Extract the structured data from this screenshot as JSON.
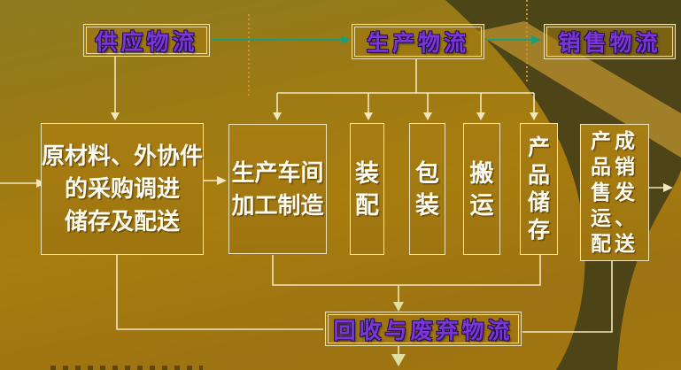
{
  "slide": {
    "phase_labels": {
      "supply": "供应物流",
      "production": "生产物流",
      "sales": "销售物流",
      "recycle": "回收与废弃物流"
    },
    "boxes": {
      "materials": {
        "lines": [
          "原材料、外协件",
          "的采购调进",
          "储存及配送"
        ]
      },
      "workshop": {
        "lines": [
          "生产车间",
          "加工制造"
        ]
      },
      "assembly": {
        "lines": [
          "装",
          "配"
        ]
      },
      "packing": {
        "lines": [
          "包",
          "装"
        ]
      },
      "handling": {
        "lines": [
          "搬",
          "运"
        ]
      },
      "storage": {
        "lines": [
          "产",
          "品",
          "储",
          "存"
        ]
      },
      "shipping": {
        "lines": [
          "产成",
          "品销",
          "售发",
          "运、",
          "配送"
        ]
      }
    },
    "icons": {
      "arrow-right": "solid triangle head, right",
      "arrow-down": "solid triangle head, down"
    },
    "colors": {
      "label_text_purple": "#7c35d6",
      "box_text_white": "#fdfcf2",
      "border_cream": "#efe5bb",
      "teal_arrow": "#18a07c",
      "pale_arrow": "#dde0a2",
      "dark_sweep": "#454018",
      "gold_stripe": "#b08a2c",
      "background_gold": "#a4790f"
    }
  }
}
